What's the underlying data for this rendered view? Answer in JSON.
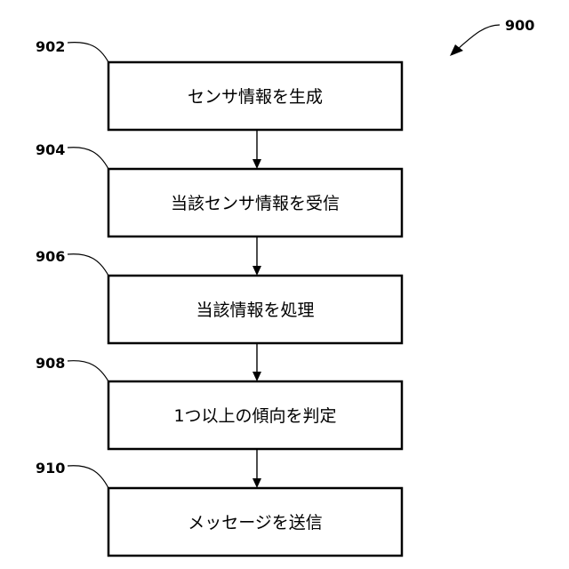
{
  "figure_ref": "900",
  "steps": [
    {
      "ref": "902",
      "label": "センサ情報を生成"
    },
    {
      "ref": "904",
      "label": "当該センサ情報を受信"
    },
    {
      "ref": "906",
      "label": "当該情報を処理"
    },
    {
      "ref": "908",
      "label": "1つ以上の傾向を判定"
    },
    {
      "ref": "910",
      "label": "メッセージを送信"
    }
  ]
}
